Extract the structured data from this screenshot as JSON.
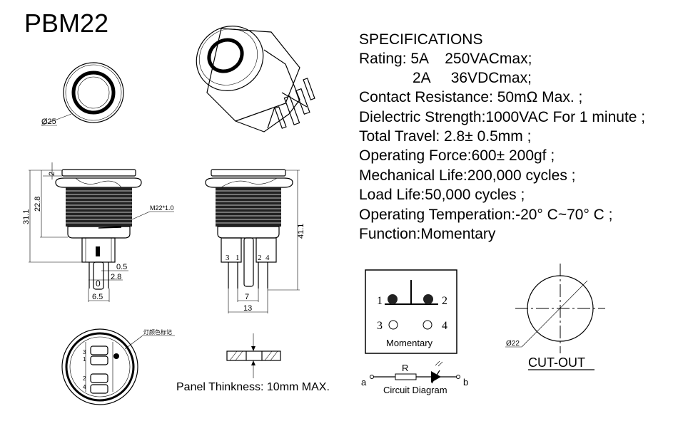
{
  "title": "PBM22",
  "front_view": {
    "diameter": "Ø25"
  },
  "side_view_left": {
    "dims": {
      "h1": "31.1",
      "h2": "22.8",
      "cap": "2",
      "thread": "M22*1.0",
      "d1": "0.5",
      "d2": "2.8",
      "d3": "6.5"
    }
  },
  "side_view_right": {
    "dims": {
      "height": "41.1",
      "pitch_inner": "7",
      "pitch_outer": "13"
    },
    "pins": [
      "3",
      "1",
      "2",
      "4"
    ],
    "tab_label": "0"
  },
  "bottom_view": {
    "pins": [
      "3",
      "1",
      "2",
      "4"
    ],
    "color_mark_label": "灯颜色标记"
  },
  "panel": {
    "text": "Panel Thinkness: 10mm MAX."
  },
  "specifications": {
    "heading": "SPECIFICATIONS",
    "lines": [
      "Rating: 5A    250VACmax;",
      "2A     36VDCmax;",
      "Contact Resistance: 50mΩ Max. ;",
      "Dielectric Strength:1000VAC For 1 minute ;",
      "Total Travel: 2.8± 0.5mm ;",
      "Operating Force:600± 200gf ;",
      "Mechanical Life:200,000 cycles ;",
      "Load Life:50,000 cycles ;",
      "Operating Temperation:-20° C~70° C ;",
      "Function:Momentary"
    ]
  },
  "switch_diagram": {
    "terminals": [
      "1",
      "2",
      "3",
      "4"
    ],
    "label": "Momentary"
  },
  "circuit": {
    "a": "a",
    "b": "b",
    "resistor": "R",
    "label": "Circuit Diagram"
  },
  "cutout": {
    "diameter": "Ø22",
    "label": "CUT-OUT"
  }
}
